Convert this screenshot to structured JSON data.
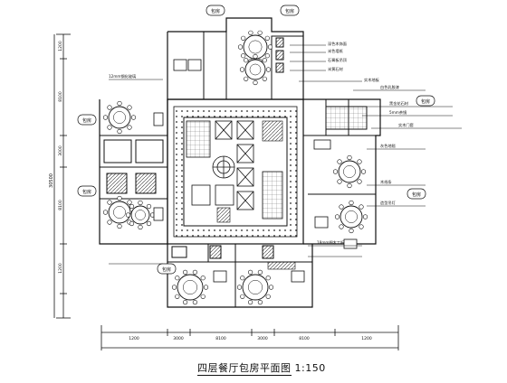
{
  "drawing": {
    "title": "四层餐厅包房平面图",
    "scale": "1:150"
  },
  "dimensions": {
    "left_total": "30500",
    "left_segments": [
      "1200",
      "8100",
      "3000",
      "8100",
      "1200"
    ],
    "bottom_segments": [
      "1200",
      "3000",
      "8100",
      "3000",
      "8100",
      "1200"
    ]
  },
  "room_tags": [
    "包房",
    "包房",
    "包房",
    "包房",
    "包房",
    "包房",
    "包房"
  ],
  "callouts": [
    "12mm钢化玻璃",
    "深色木饰面",
    "米色墙纸",
    "石膏板吊顶",
    "米黄石材",
    "实木地板",
    "白色乳胶漆",
    "黑金花石材",
    "5mm茶镜",
    "实木门套",
    "灰色地毯",
    "木线条",
    "造型吊灯",
    "18mm细木工板"
  ],
  "colors": {
    "line": "#111111",
    "hatch": "#444444"
  }
}
